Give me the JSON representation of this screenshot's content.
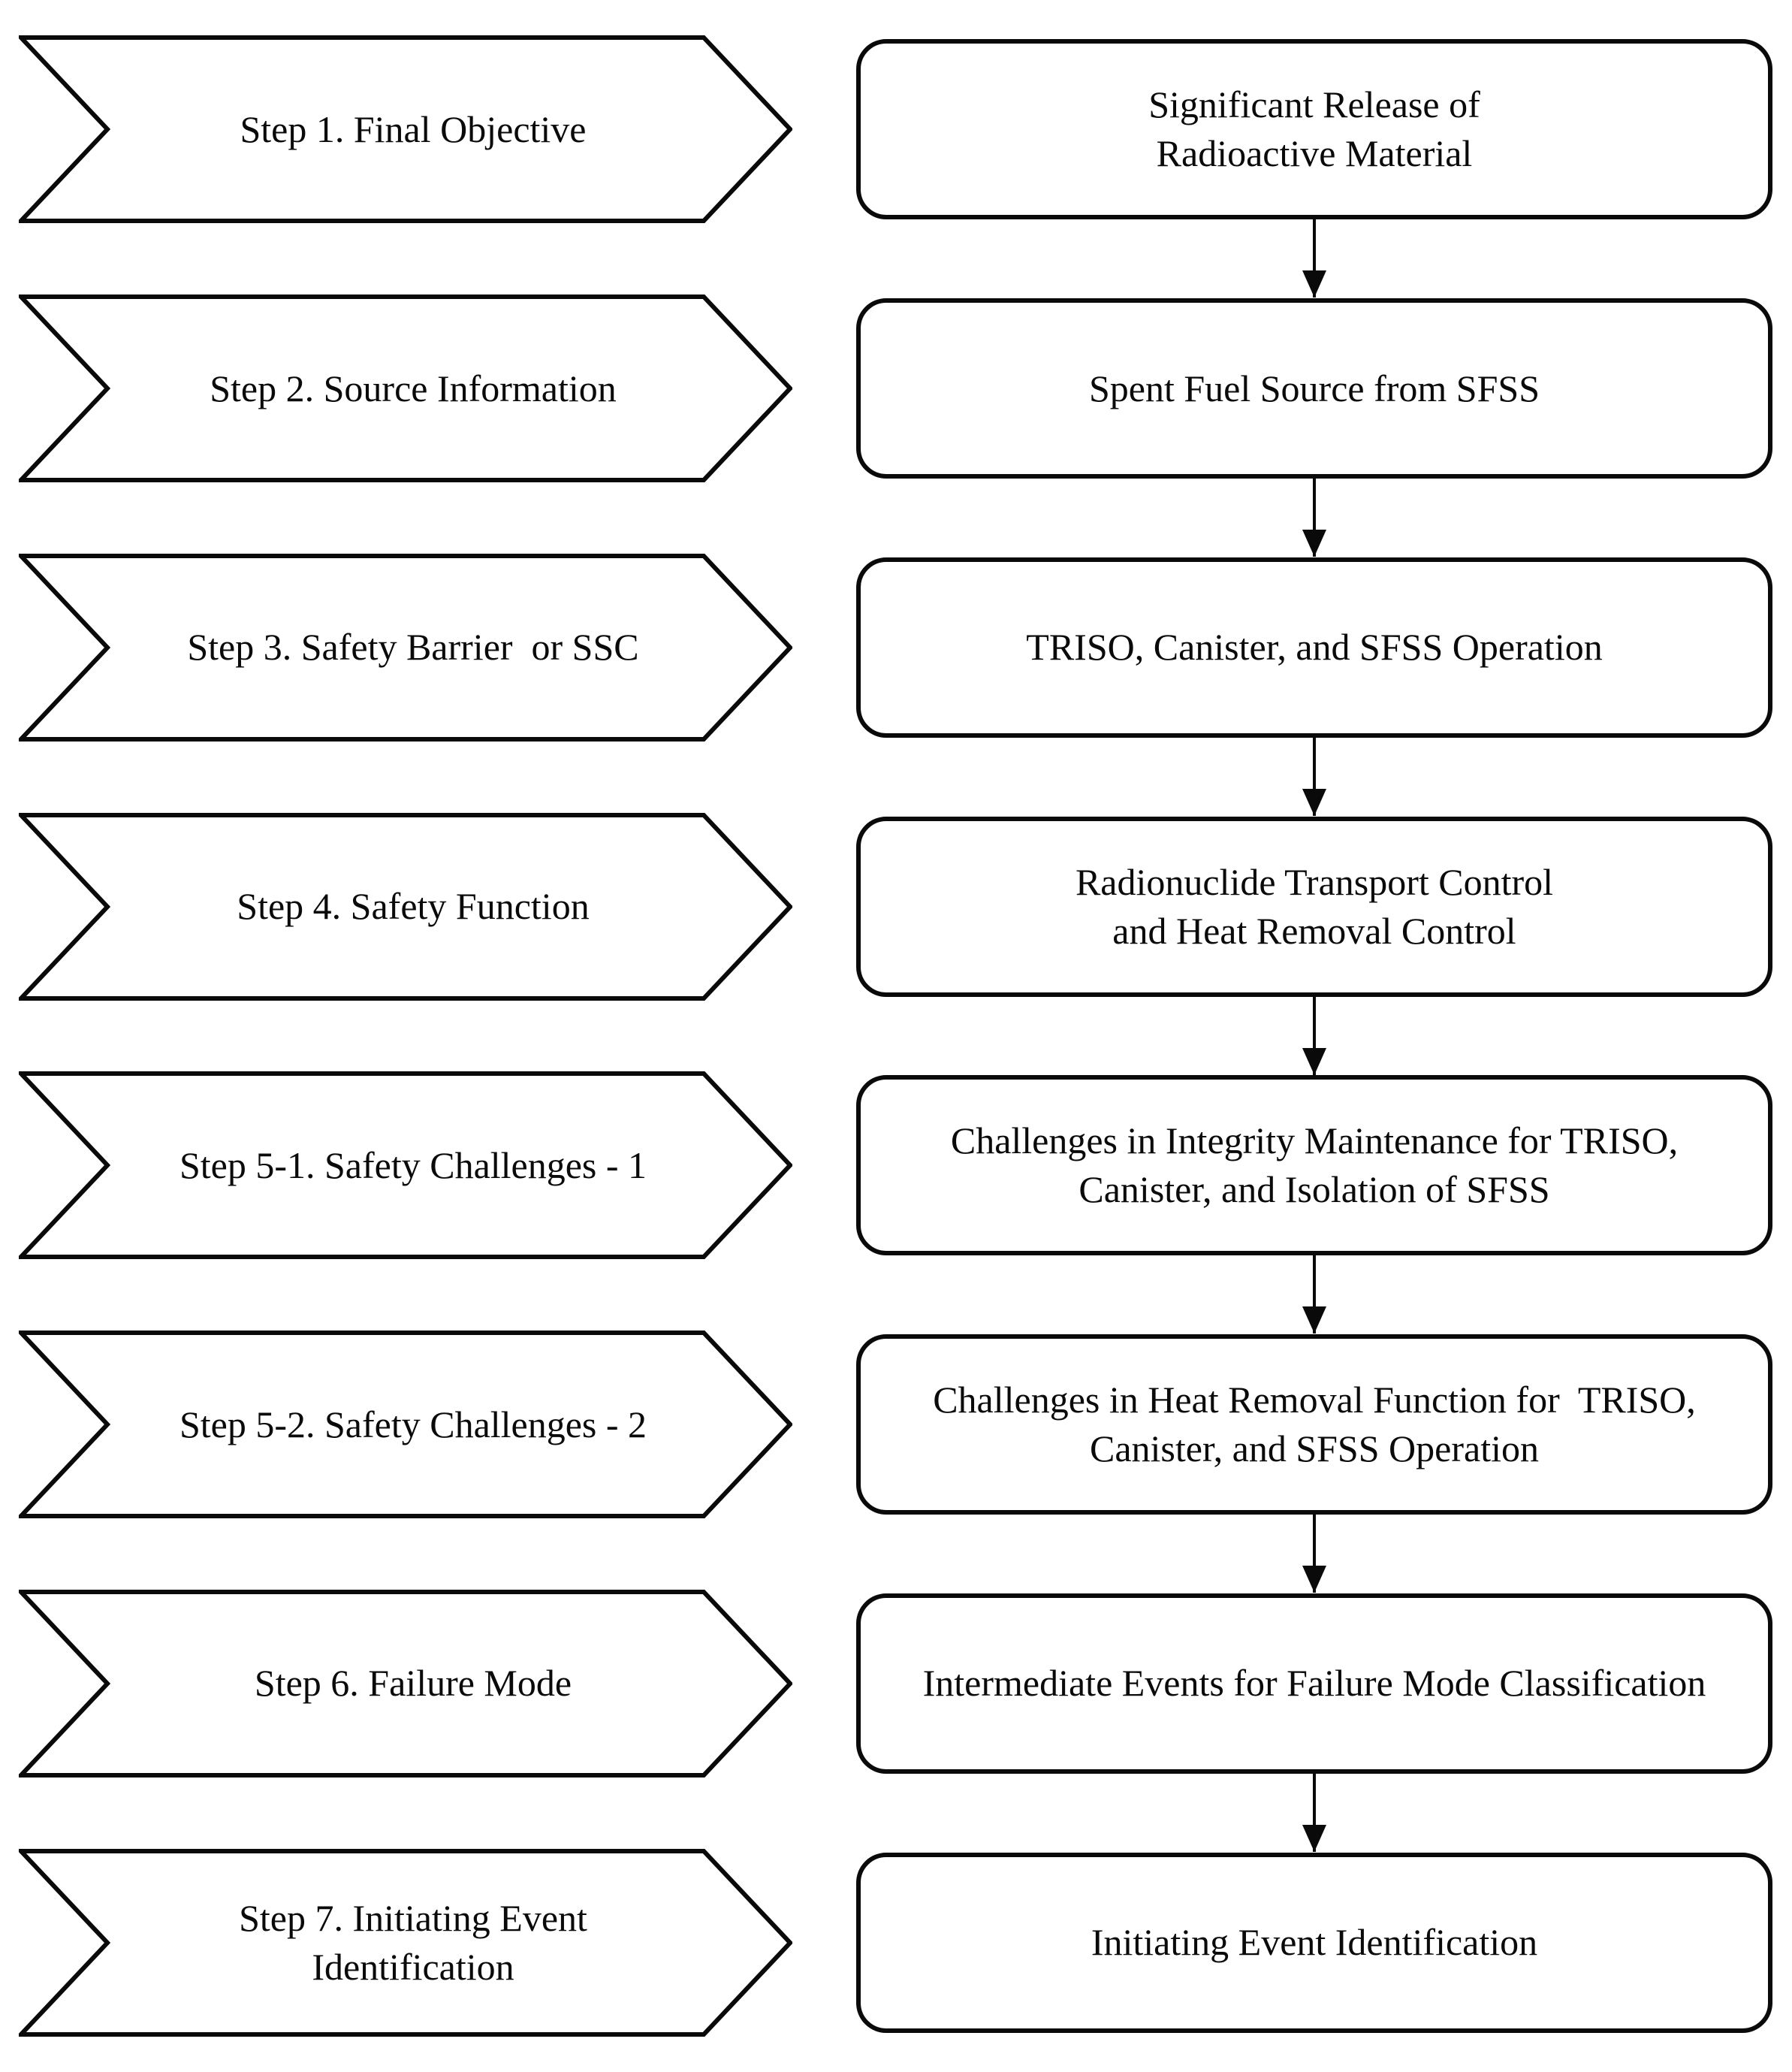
{
  "diagram": {
    "type": "flowchart",
    "background_color": "#ffffff",
    "line_color": "#0a0a0a",
    "steps": [
      {
        "label": "Step 1. Final Objective",
        "box": "Significant Release of\nRadioactive Material"
      },
      {
        "label": "Step 2. Source Information",
        "box": "Spent Fuel Source from SFSS"
      },
      {
        "label": "Step 3. Safety Barrier  or SSC",
        "box": "TRISO, Canister, and SFSS Operation"
      },
      {
        "label": "Step 4. Safety Function",
        "box": "Radionuclide Transport Control\nand Heat Removal Control"
      },
      {
        "label": "Step 5-1. Safety Challenges - 1",
        "box": "Challenges in Integrity Maintenance for TRISO,\nCanister, and Isolation of SFSS"
      },
      {
        "label": "Step 5-2. Safety Challenges - 2",
        "box": "Challenges in Heat Removal Function for  TRISO,\nCanister, and SFSS Operation"
      },
      {
        "label": "Step 6. Failure Mode",
        "box": "Intermediate Events for Failure Mode Classification"
      },
      {
        "label": "Step 7. Initiating Event\nIdentification",
        "box": "Initiating Event Identification"
      }
    ]
  }
}
